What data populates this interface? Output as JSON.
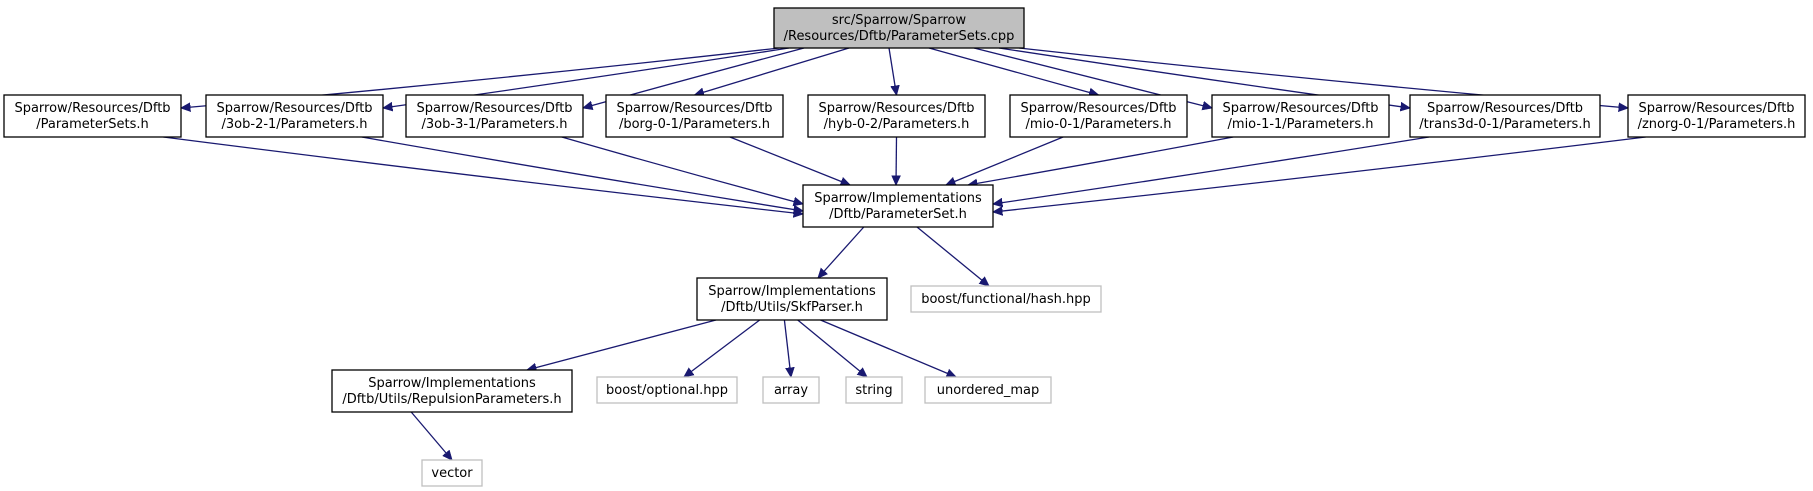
{
  "nodes": [
    {
      "id": "parametersets_cpp",
      "kind": "primary",
      "lines": [
        "src/Sparrow/Sparrow",
        "/Resources/Dftb/ParameterSets.cpp"
      ]
    },
    {
      "id": "parametersets_h",
      "kind": "header",
      "lines": [
        "Sparrow/Resources/Dftb",
        "/ParameterSets.h"
      ]
    },
    {
      "id": "3ob21_h",
      "kind": "header",
      "lines": [
        "Sparrow/Resources/Dftb",
        "/3ob-2-1/Parameters.h"
      ]
    },
    {
      "id": "3ob31_h",
      "kind": "header",
      "lines": [
        "Sparrow/Resources/Dftb",
        "/3ob-3-1/Parameters.h"
      ]
    },
    {
      "id": "borg01_h",
      "kind": "header",
      "lines": [
        "Sparrow/Resources/Dftb",
        "/borg-0-1/Parameters.h"
      ]
    },
    {
      "id": "hyb02_h",
      "kind": "header",
      "lines": [
        "Sparrow/Resources/Dftb",
        "/hyb-0-2/Parameters.h"
      ]
    },
    {
      "id": "mio01_h",
      "kind": "header",
      "lines": [
        "Sparrow/Resources/Dftb",
        "/mio-0-1/Parameters.h"
      ]
    },
    {
      "id": "mio11_h",
      "kind": "header",
      "lines": [
        "Sparrow/Resources/Dftb",
        "/mio-1-1/Parameters.h"
      ]
    },
    {
      "id": "trans3d01_h",
      "kind": "header",
      "lines": [
        "Sparrow/Resources/Dftb",
        "/trans3d-0-1/Parameters.h"
      ]
    },
    {
      "id": "znorg01_h",
      "kind": "header",
      "lines": [
        "Sparrow/Resources/Dftb",
        "/znorg-0-1/Parameters.h"
      ]
    },
    {
      "id": "parameterset_h",
      "kind": "header",
      "lines": [
        "Sparrow/Implementations",
        "/Dftb/ParameterSet.h"
      ]
    },
    {
      "id": "skfparser_h",
      "kind": "header",
      "lines": [
        "Sparrow/Implementations",
        "/Dftb/Utils/SkfParser.h"
      ]
    },
    {
      "id": "hash_hpp",
      "kind": "external",
      "lines": [
        "boost/functional/hash.hpp"
      ]
    },
    {
      "id": "repulsion_h",
      "kind": "header",
      "lines": [
        "Sparrow/Implementations",
        "/Dftb/Utils/RepulsionParameters.h"
      ]
    },
    {
      "id": "optional_hpp",
      "kind": "external",
      "lines": [
        "boost/optional.hpp"
      ]
    },
    {
      "id": "array",
      "kind": "external",
      "lines": [
        "array"
      ]
    },
    {
      "id": "string",
      "kind": "external",
      "lines": [
        "string"
      ]
    },
    {
      "id": "unordered_map",
      "kind": "external",
      "lines": [
        "unordered_map"
      ]
    },
    {
      "id": "vector",
      "kind": "external",
      "lines": [
        "vector"
      ]
    }
  ],
  "edges": [
    {
      "from": "parametersets_cpp",
      "to": "parametersets_h"
    },
    {
      "from": "parametersets_cpp",
      "to": "3ob21_h"
    },
    {
      "from": "parametersets_cpp",
      "to": "3ob31_h"
    },
    {
      "from": "parametersets_cpp",
      "to": "borg01_h"
    },
    {
      "from": "parametersets_cpp",
      "to": "hyb02_h"
    },
    {
      "from": "parametersets_cpp",
      "to": "mio01_h"
    },
    {
      "from": "parametersets_cpp",
      "to": "mio11_h"
    },
    {
      "from": "parametersets_cpp",
      "to": "trans3d01_h"
    },
    {
      "from": "parametersets_cpp",
      "to": "znorg01_h"
    },
    {
      "from": "parametersets_h",
      "to": "parameterset_h"
    },
    {
      "from": "3ob21_h",
      "to": "parameterset_h"
    },
    {
      "from": "3ob31_h",
      "to": "parameterset_h"
    },
    {
      "from": "borg01_h",
      "to": "parameterset_h"
    },
    {
      "from": "hyb02_h",
      "to": "parameterset_h"
    },
    {
      "from": "mio01_h",
      "to": "parameterset_h"
    },
    {
      "from": "mio11_h",
      "to": "parameterset_h"
    },
    {
      "from": "trans3d01_h",
      "to": "parameterset_h"
    },
    {
      "from": "znorg01_h",
      "to": "parameterset_h"
    },
    {
      "from": "parameterset_h",
      "to": "skfparser_h"
    },
    {
      "from": "parameterset_h",
      "to": "hash_hpp"
    },
    {
      "from": "skfparser_h",
      "to": "repulsion_h"
    },
    {
      "from": "skfparser_h",
      "to": "optional_hpp"
    },
    {
      "from": "skfparser_h",
      "to": "array"
    },
    {
      "from": "skfparser_h",
      "to": "string"
    },
    {
      "from": "skfparser_h",
      "to": "unordered_map"
    },
    {
      "from": "repulsion_h",
      "to": "vector"
    }
  ],
  "colors": {
    "edge": "#191970",
    "primary_fill": "#bfbfbf",
    "external_border": "#bfbfbf"
  }
}
